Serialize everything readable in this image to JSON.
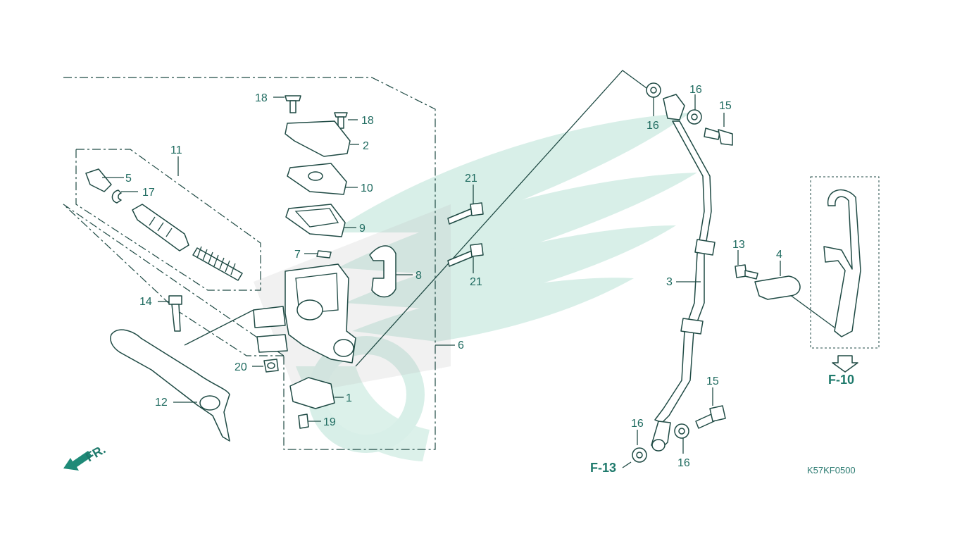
{
  "colors": {
    "label": "#1f6b60",
    "line": "#1f4a44",
    "watermark": "#d8efe8",
    "reference": "#1f7a6c"
  },
  "labels": {
    "p1": "1",
    "p2": "2",
    "p3": "3",
    "p4": "4",
    "p5": "5",
    "p6": "6",
    "p7": "7",
    "p8": "8",
    "p9": "9",
    "p10": "10",
    "p11": "11",
    "p12": "12",
    "p13": "13",
    "p14": "14",
    "p15a": "15",
    "p15b": "15",
    "p16a": "16",
    "p16b": "16",
    "p16c": "16",
    "p16d": "16",
    "p17": "17",
    "p18a": "18",
    "p18b": "18",
    "p19": "19",
    "p20": "20",
    "p21a": "21",
    "p21b": "21"
  },
  "references": {
    "f10": "F-10",
    "f13": "F-13",
    "front": "FR."
  },
  "diagram_code": "K57KF0500",
  "icons": [
    "front-direction-arrow-icon",
    "down-arrow-icon"
  ]
}
